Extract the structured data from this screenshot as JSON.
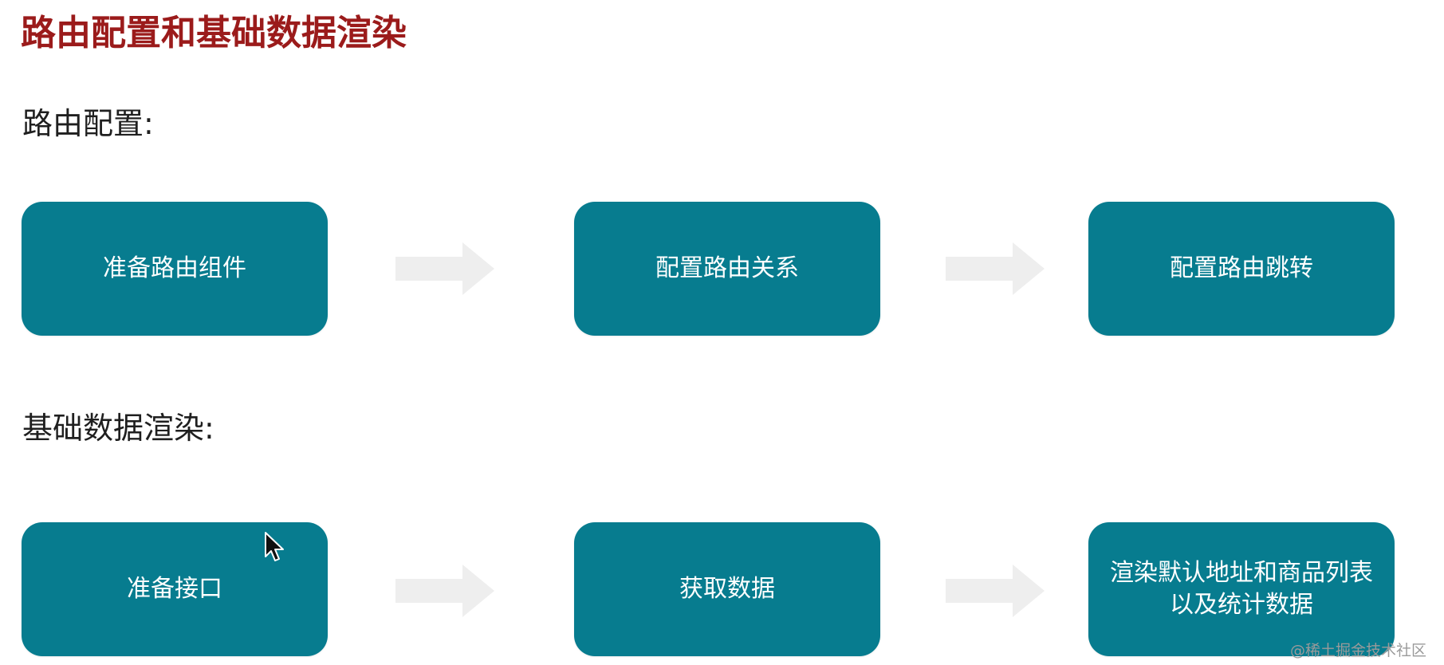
{
  "title": "路由配置和基础数据渲染",
  "sections": [
    {
      "label": "路由配置:",
      "steps": [
        "准备路由组件",
        "配置路由关系",
        "配置路由跳转"
      ]
    },
    {
      "label": "基础数据渲染:",
      "steps": [
        "准备接口",
        "获取数据",
        "渲染默认地址和商品列表\n以及统计数据"
      ]
    }
  ],
  "watermark": "@稀土掘金技术社区",
  "colors": {
    "title": "#9b1b1b",
    "step_box": "#077c8f",
    "arrow": "#eeeeee"
  },
  "icons": {
    "flow_arrow": "right-arrow-icon",
    "cursor": "mouse-pointer-icon"
  }
}
